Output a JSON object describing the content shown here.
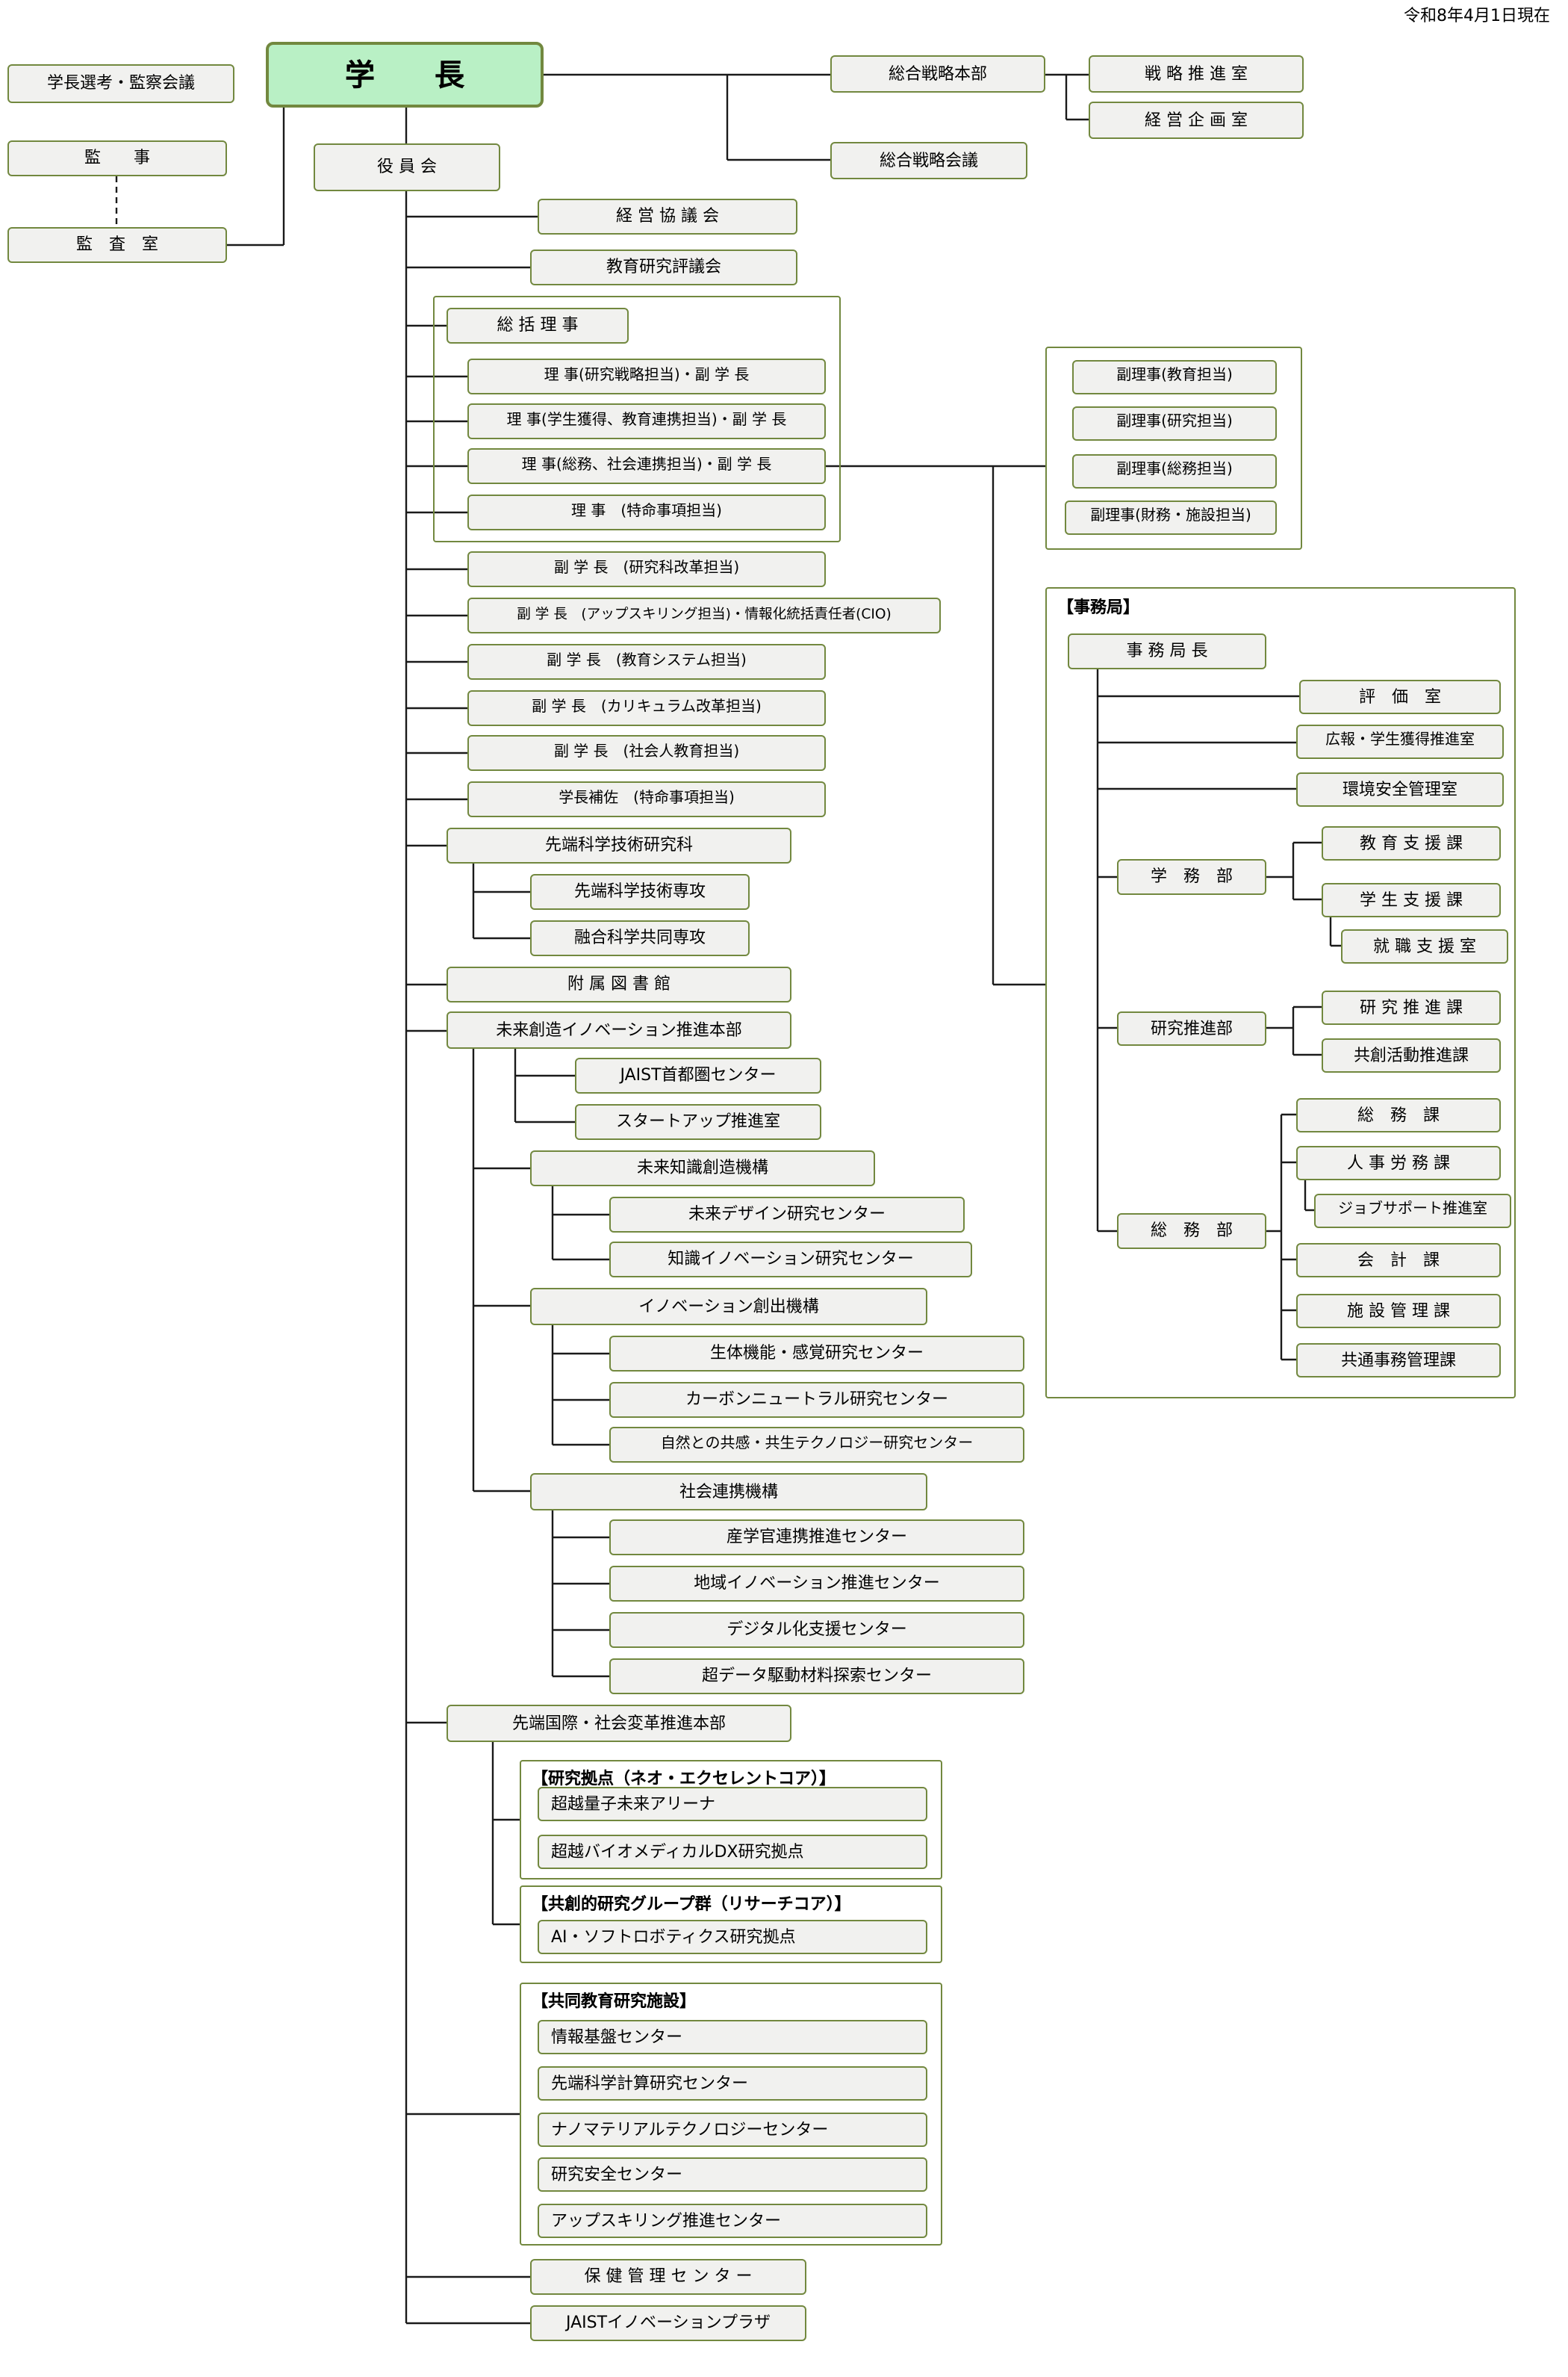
{
  "meta": {
    "date_note": "令和8年4月1日現在"
  },
  "nodes": {
    "senkou": "学長選考・監察会議",
    "gakucho": "学　　長",
    "sogo_honbu": "総合戦略本部",
    "senryaku_suishin": "戦 略 推 進 室",
    "keiei_kikaku": "経 営 企 画 室",
    "sogo_kaigi": "総合戦略会議",
    "kanji": "監　　事",
    "yakuinkai": "役 員 会",
    "kansashitsu": "監　査　室",
    "keiei_kyogikai": "経 営 協 議 会",
    "kyoiku_hyogikai": "教育研究評議会",
    "sokatsu_riji": "総 括 理 事",
    "riji1": "理 事(研究戦略担当)・副 学 長",
    "riji2": "理 事(学生獲得、教育連携担当)・副 学 長",
    "riji3": "理 事(総務、社会連携担当)・副 学 長",
    "riji4": "理 事　(特命事項担当)",
    "fuku1": "副 学 長　(研究科改革担当)",
    "fuku2": "副 学 長　(アップスキリング担当)・情報化統括責任者(CIO)",
    "fuku3": "副 学 長　(教育システム担当)",
    "fuku4": "副 学 長　(カリキュラム改革担当)",
    "fuku5": "副 学 長　(社会人教育担当)",
    "hosa": "学長補佐　(特命事項担当)",
    "kenkyuka": "先端科学技術研究科",
    "sentan_senko": "先端科学技術専攻",
    "yugo_senko": "融合科学共同専攻",
    "toshokan": "附 属 図 書 館",
    "mirai_honbu": "未来創造イノベーション推進本部",
    "jaist_shutoken": "JAIST首都圏センター",
    "startup": "スタートアップ推進室",
    "mirai_kiko": "未来知識創造機構",
    "mirai_design": "未来デザイン研究センター",
    "chishiki_innov": "知識イノベーション研究センター",
    "innov_kiko": "イノベーション創出機構",
    "seitai": "生体機能・感覚研究センター",
    "carbon": "カーボンニュートラル研究センター",
    "shizen": "自然との共感・共生テクノロジー研究センター",
    "shakai_kiko": "社会連携機構",
    "sangakukan": "産学官連携推進センター",
    "chiiki": "地域イノベーション推進センター",
    "digital": "デジタル化支援センター",
    "chodata": "超データ駆動材料探索センター",
    "kokusai_honbu": "先端国際・社会変革推進本部",
    "choetsu_ryoshi": "超越量子未来アリーナ",
    "choetsu_bio": "超越バイオメディカルDX研究拠点",
    "ai_soft": "AI・ソフトロボティクス研究拠点",
    "joho_kiban": "情報基盤センター",
    "sentan_keisan": "先端科学計算研究センター",
    "nano": "ナノマテリアルテクノロジーセンター",
    "kenkyu_anzen": "研究安全センター",
    "upskill": "アップスキリング推進センター",
    "hoken": "保 健 管 理 セ ン タ ー",
    "plaza": "JAISTイノベーションプラザ",
    "fukuriji1": "副理事(教育担当)",
    "fukuriji2": "副理事(研究担当)",
    "fukuriji3": "副理事(総務担当)",
    "fukuriji4": "副理事(財務・施設担当)",
    "jimukyokucho": "事 務 局 長",
    "hyoka": "評　価　室",
    "koho": "広報・学生獲得推進室",
    "kankyo": "環境安全管理室",
    "gakumu": "学　務　部",
    "kyoiku_shien": "教 育 支 援 課",
    "gakusei_shien": "学 生 支 援 課",
    "shushoku": "就 職 支 援 室",
    "kenkyu_bu": "研究推進部",
    "kenkyu_ka": "研 究 推 進 課",
    "kyoso_ka": "共創活動推進課",
    "somubu": "総　務　部",
    "somuka": "総　務　課",
    "jinji": "人 事 労 務 課",
    "jobsupport": "ジョブサポート推進室",
    "kaikei": "会　計　課",
    "shisetsu": "施 設 管 理 課",
    "kyotsu": "共通事務管理課"
  },
  "groups": {
    "kyoten_label": "【研究拠点（ネオ・エクセレントコア）】",
    "kyoso_label": "【共創的研究グループ群（リサーチコア）】",
    "kyodo_label": "【共同教育研究施設】",
    "jimukyoku_label": "【事務局】"
  }
}
